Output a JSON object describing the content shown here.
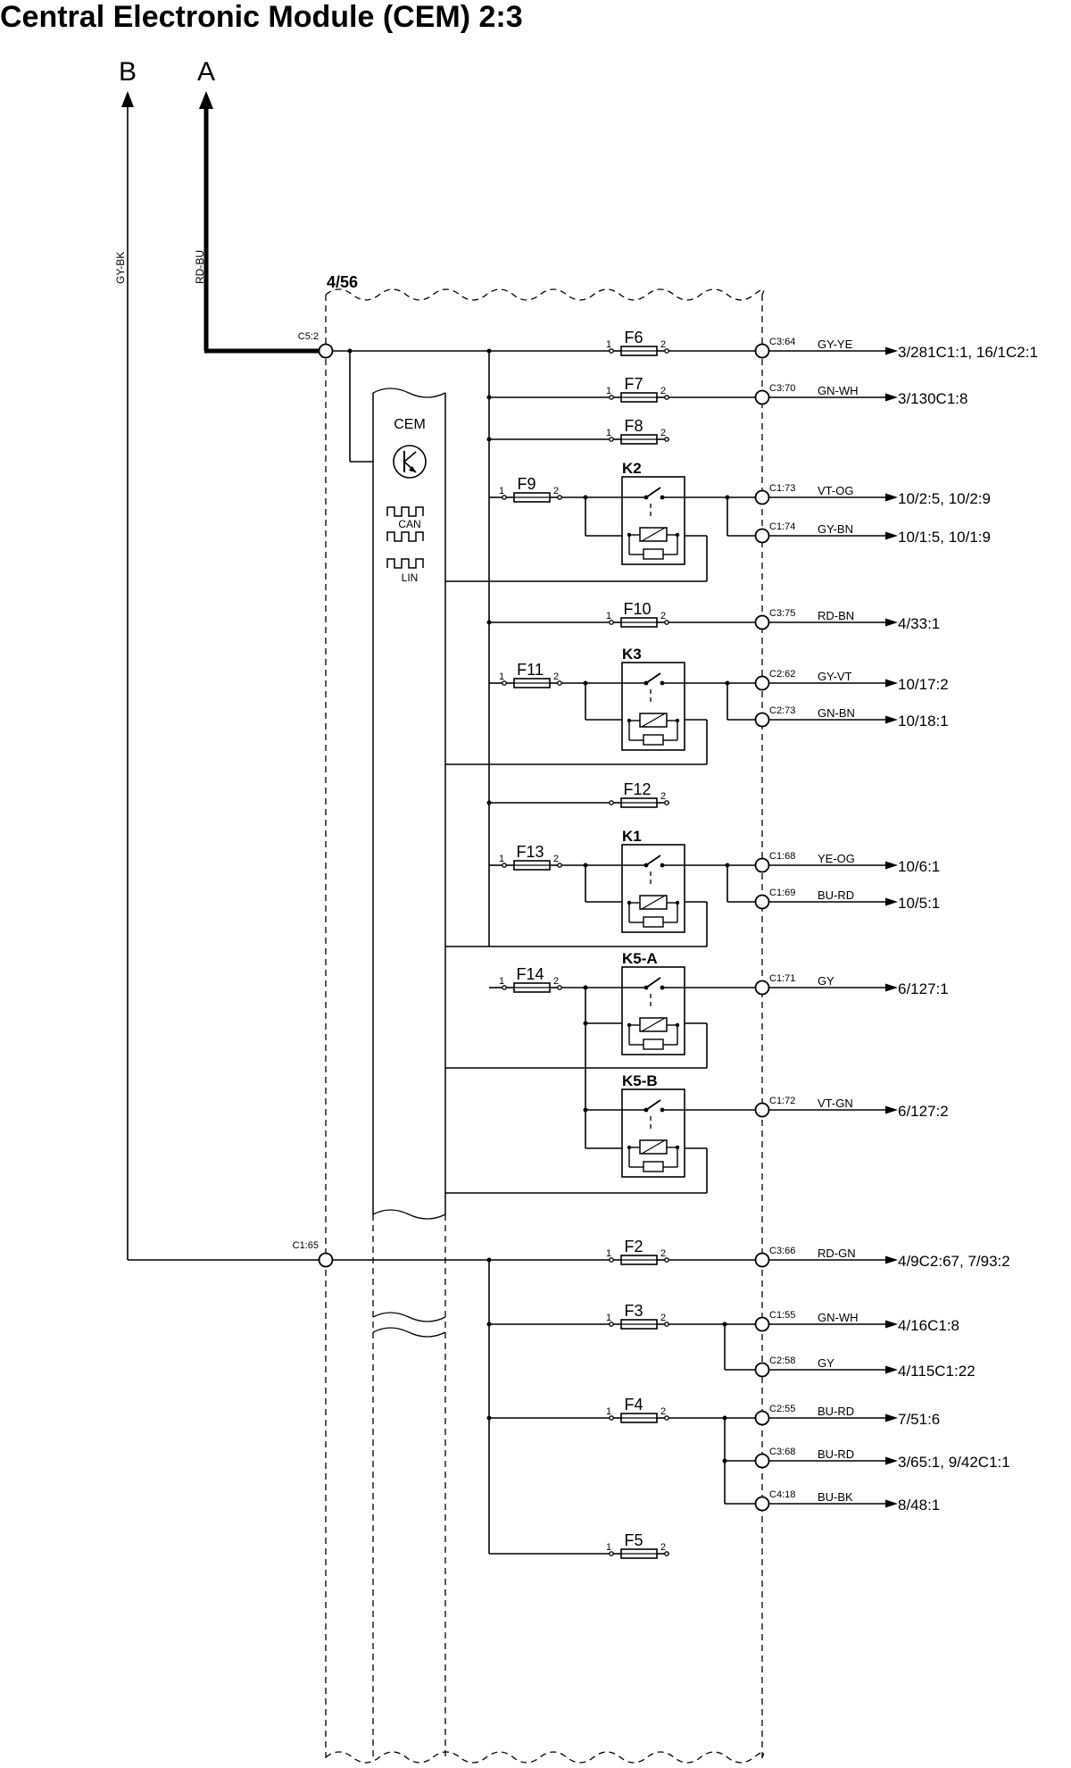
{
  "title": "Central Electronic Module (CEM) 2:3",
  "arrows": [
    {
      "label": "B",
      "wire": "GY-BK"
    },
    {
      "label": "A",
      "wire": "RD-BU"
    }
  ],
  "module_ref": "4/56",
  "module_name": "CEM",
  "module_bus": [
    "CAN",
    "LIN"
  ],
  "inputs": [
    {
      "connector": "C5:2"
    },
    {
      "connector": "C1:65"
    }
  ],
  "pin_one": "1",
  "pin_two": "2",
  "fuses": [
    "F6",
    "F7",
    "F8",
    "F9",
    "F10",
    "F11",
    "F12",
    "F13",
    "F14",
    "F2",
    "F3",
    "F4",
    "F5"
  ],
  "relays": [
    "K2",
    "K3",
    "K1",
    "K5-A",
    "K5-B"
  ],
  "outputs": [
    {
      "connector": "C3:64",
      "wire": "GY-YE",
      "dest": "3/281C1:1, 16/1C2:1"
    },
    {
      "connector": "C3:70",
      "wire": "GN-WH",
      "dest": "3/130C1:8"
    },
    {
      "connector": "C1:73",
      "wire": "VT-OG",
      "dest": "10/2:5, 10/2:9"
    },
    {
      "connector": "C1:74",
      "wire": "GY-BN",
      "dest": "10/1:5, 10/1:9"
    },
    {
      "connector": "C3:75",
      "wire": "RD-BN",
      "dest": "4/33:1"
    },
    {
      "connector": "C2:62",
      "wire": "GY-VT",
      "dest": "10/17:2"
    },
    {
      "connector": "C2:73",
      "wire": "GN-BN",
      "dest": "10/18:1"
    },
    {
      "connector": "C1:68",
      "wire": "YE-OG",
      "dest": "10/6:1"
    },
    {
      "connector": "C1:69",
      "wire": "BU-RD",
      "dest": "10/5:1"
    },
    {
      "connector": "C1:71",
      "wire": "GY",
      "dest": "6/127:1"
    },
    {
      "connector": "C1:72",
      "wire": "VT-GN",
      "dest": "6/127:2"
    },
    {
      "connector": "C3:66",
      "wire": "RD-GN",
      "dest": "4/9C2:67, 7/93:2"
    },
    {
      "connector": "C1:55",
      "wire": "GN-WH",
      "dest": "4/16C1:8"
    },
    {
      "connector": "C2:58",
      "wire": "GY",
      "dest": "4/115C1:22"
    },
    {
      "connector": "C2:55",
      "wire": "BU-RD",
      "dest": "7/51:6"
    },
    {
      "connector": "C3:68",
      "wire": "BU-RD",
      "dest": "3/65:1, 9/42C1:1"
    },
    {
      "connector": "C4:18",
      "wire": "BU-BK",
      "dest": "8/48:1"
    }
  ]
}
